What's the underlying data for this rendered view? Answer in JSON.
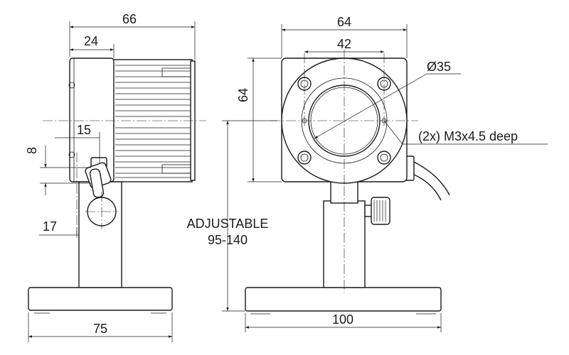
{
  "side_view": {
    "dim_total_width": "66",
    "dim_head_width": "24",
    "dim_offset": "15",
    "dim_small_height": "8",
    "dim_post_offset": "17",
    "dim_base_width": "75"
  },
  "front_view": {
    "dim_housing_width": "64",
    "dim_hole_spacing": "42",
    "dim_housing_height": "64",
    "dim_aperture": "Ø35",
    "note_holes": "(2x) M3x4.5 deep",
    "dim_base_width": "100",
    "note_adjustable": "ADJUSTABLE",
    "note_range": "95-140"
  }
}
